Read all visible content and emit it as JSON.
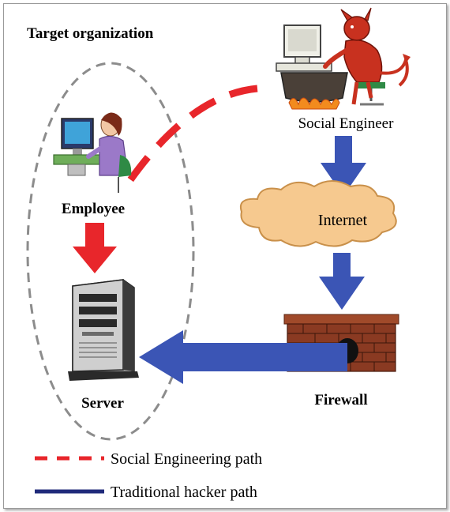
{
  "diagram": {
    "title": "Target organization",
    "nodes": {
      "social_engineer": "Social Engineer",
      "employee": "Employee",
      "internet": "Internet",
      "server": "Server",
      "firewall": "Firewall"
    },
    "legend": {
      "social_path": "Social Engineering path",
      "hacker_path": "Traditional hacker path"
    },
    "colors": {
      "social_path": "#e8262b",
      "hacker_path": "#3b55b5",
      "legend_hacker_line": "#1f2a7a",
      "cloud": "#f6c98f",
      "firewall_brick": "#8a3a22",
      "devil": "#c8311f"
    }
  }
}
